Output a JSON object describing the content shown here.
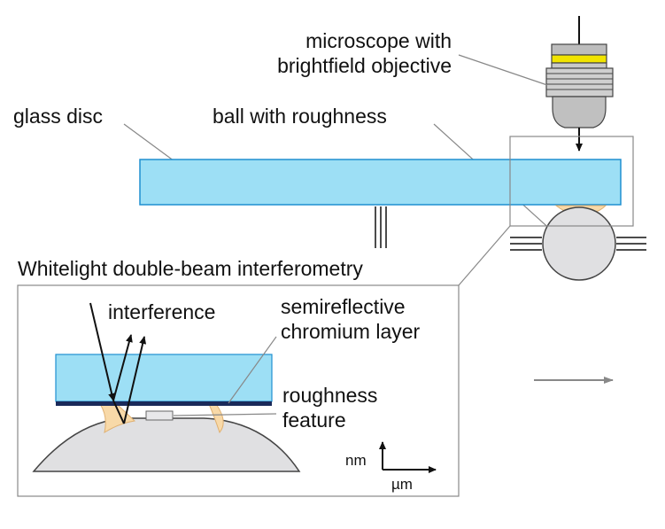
{
  "labels": {
    "microscope": "microscope with",
    "microscope_line2": "brightfield objective",
    "glass_disc": "glass disc",
    "ball": "ball with roughness",
    "section_title": "Whitelight double-beam interferometry",
    "interference": "interference",
    "chromium": "semireflective",
    "chromium_line2": "chromium layer",
    "roughness": "roughness",
    "roughness_line2": "feature",
    "axis_nm": "nm",
    "axis_um": "µm"
  },
  "colors": {
    "glass": "#9ddff5",
    "glass_edge": "#1f8fd0",
    "ball": "#e0e0e2",
    "lubricant": "#f8d9a8",
    "chromium": "#1a2a5a",
    "objective_band": "#f1e400",
    "leader": "#888888",
    "ink": "#111111"
  }
}
